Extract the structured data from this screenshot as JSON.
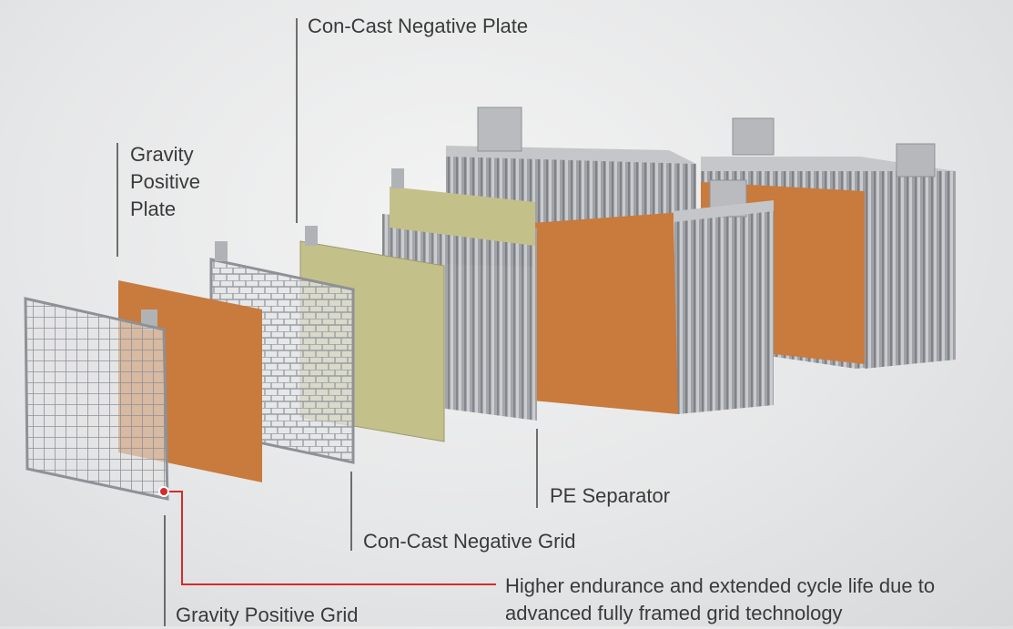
{
  "labels": {
    "con_cast_negative_plate": "Con-Cast Negative Plate",
    "gravity_positive_plate": [
      "Gravity",
      "Positive",
      "Plate"
    ],
    "pe_separator": "PE Separator",
    "con_cast_negative_grid": "Con-Cast Negative Grid",
    "gravity_positive_grid": "Gravity Positive Grid",
    "callout": [
      "Higher endurance and extended cycle life due to",
      "advanced fully framed grid technology"
    ]
  },
  "colors": {
    "positive_plate": "#c97a3d",
    "negative_plate": "#c4c08a",
    "grid": "#9ea1a5",
    "cell_body": "#a3a6aa",
    "leader_line": "#444444",
    "callout_line": "#d52b2b"
  }
}
